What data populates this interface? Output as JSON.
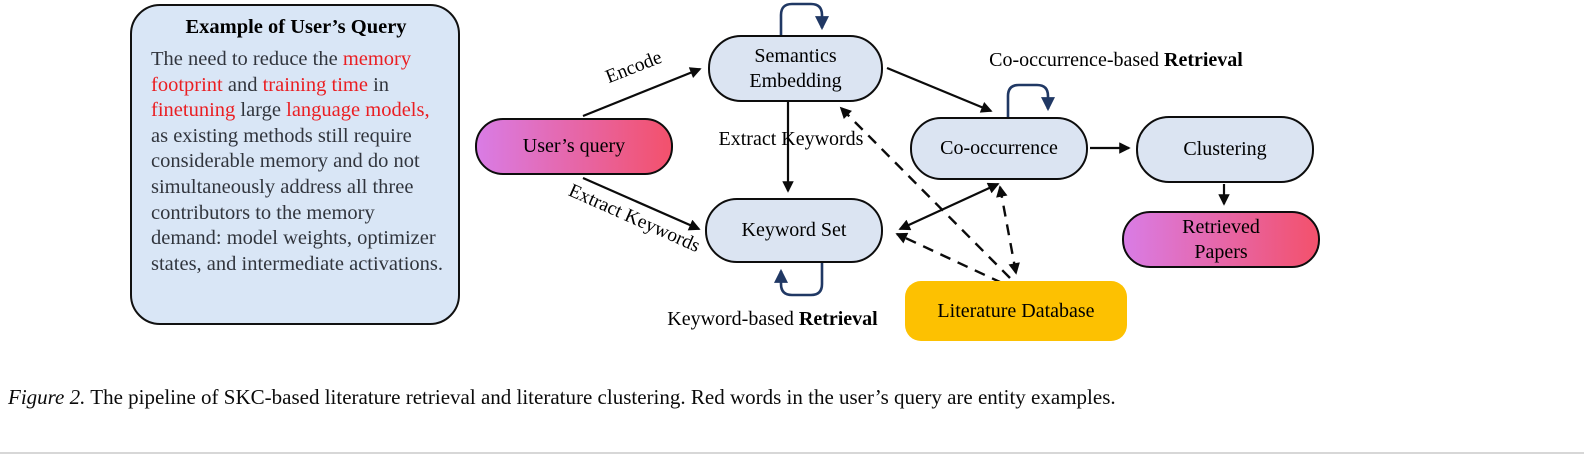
{
  "example_box": {
    "title": "Example of User’s Query",
    "segments": [
      {
        "text": "The need to reduce the ",
        "red": false
      },
      {
        "text": "memory footprint",
        "red": true
      },
      {
        "text": " and ",
        "red": false
      },
      {
        "text": "training time",
        "red": true
      },
      {
        "text": " in ",
        "red": false
      },
      {
        "text": "finetuning",
        "red": true
      },
      {
        "text": " large ",
        "red": false
      },
      {
        "text": "language models,",
        "red": true
      },
      {
        "text": " as existing methods still require considerable memory and do not simultaneously address all three contributors to the memory demand: model weights, optimizer states, and intermediate activations.",
        "red": false
      }
    ]
  },
  "nodes": {
    "users_query": {
      "label": "User’s query"
    },
    "semantics_embedding": {
      "label": "Semantics Embedding"
    },
    "keyword_set": {
      "label": "Keyword Set"
    },
    "co_occurrence": {
      "label": "Co-occurrence"
    },
    "clustering": {
      "label": "Clustering"
    },
    "retrieved_papers": {
      "label": "Retrieved Papers"
    },
    "literature_database": {
      "label": "Literature Database"
    }
  },
  "edge_labels": {
    "encode": "Encode",
    "extract_keywords_diagonal": "Extract Keywords",
    "extract_keywords_vertical": "Extract Keywords",
    "cooccurrence_retrieval_prefix": "Co-occurrence-based ",
    "cooccurrence_retrieval_bold": "Retrieval",
    "keyword_retrieval_prefix": "Keyword-based ",
    "keyword_retrieval_bold": "Retrieval"
  },
  "caption": {
    "figure_label": "Figure 2.",
    "text": " The pipeline of SKC-based literature retrieval and literature clustering. Red words in the user’s query are entity examples."
  },
  "colors": {
    "node_blue": "#dbe4f2",
    "pink_start": "#d97ce5",
    "pink_end": "#f3516c",
    "yellow": "#fdc101",
    "loop_navy": "#203864",
    "red_text": "#ea1e22"
  }
}
